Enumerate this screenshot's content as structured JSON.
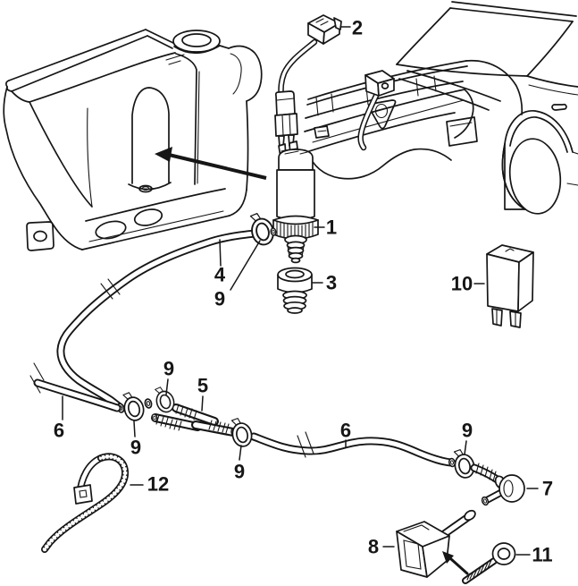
{
  "colors": {
    "ink": "#161616",
    "background": "#ffffff"
  },
  "callouts": [
    {
      "label": "1",
      "part": "washer-pump"
    },
    {
      "label": "2",
      "part": "pump-harness-connector"
    },
    {
      "label": "3",
      "part": "pump-grommet"
    },
    {
      "label": "4",
      "part": "reservoir-to-pump-hose"
    },
    {
      "label": "5",
      "part": "y-connector"
    },
    {
      "label": "6",
      "part": "washer-hose-left"
    },
    {
      "label": "6",
      "part": "washer-hose-right"
    },
    {
      "label": "7",
      "part": "check-valve"
    },
    {
      "label": "8",
      "part": "washer-jet"
    },
    {
      "label": "9",
      "part": "hose-clamp-at-pump"
    },
    {
      "label": "9",
      "part": "hose-clamp-left-outer"
    },
    {
      "label": "9",
      "part": "hose-clamp-left-inner"
    },
    {
      "label": "9",
      "part": "hose-clamp-middle"
    },
    {
      "label": "9",
      "part": "hose-clamp-right"
    },
    {
      "label": "10",
      "part": "washer-relay"
    },
    {
      "label": "11",
      "part": "self-tapping-screw"
    },
    {
      "label": "12",
      "part": "cable-tie"
    }
  ]
}
